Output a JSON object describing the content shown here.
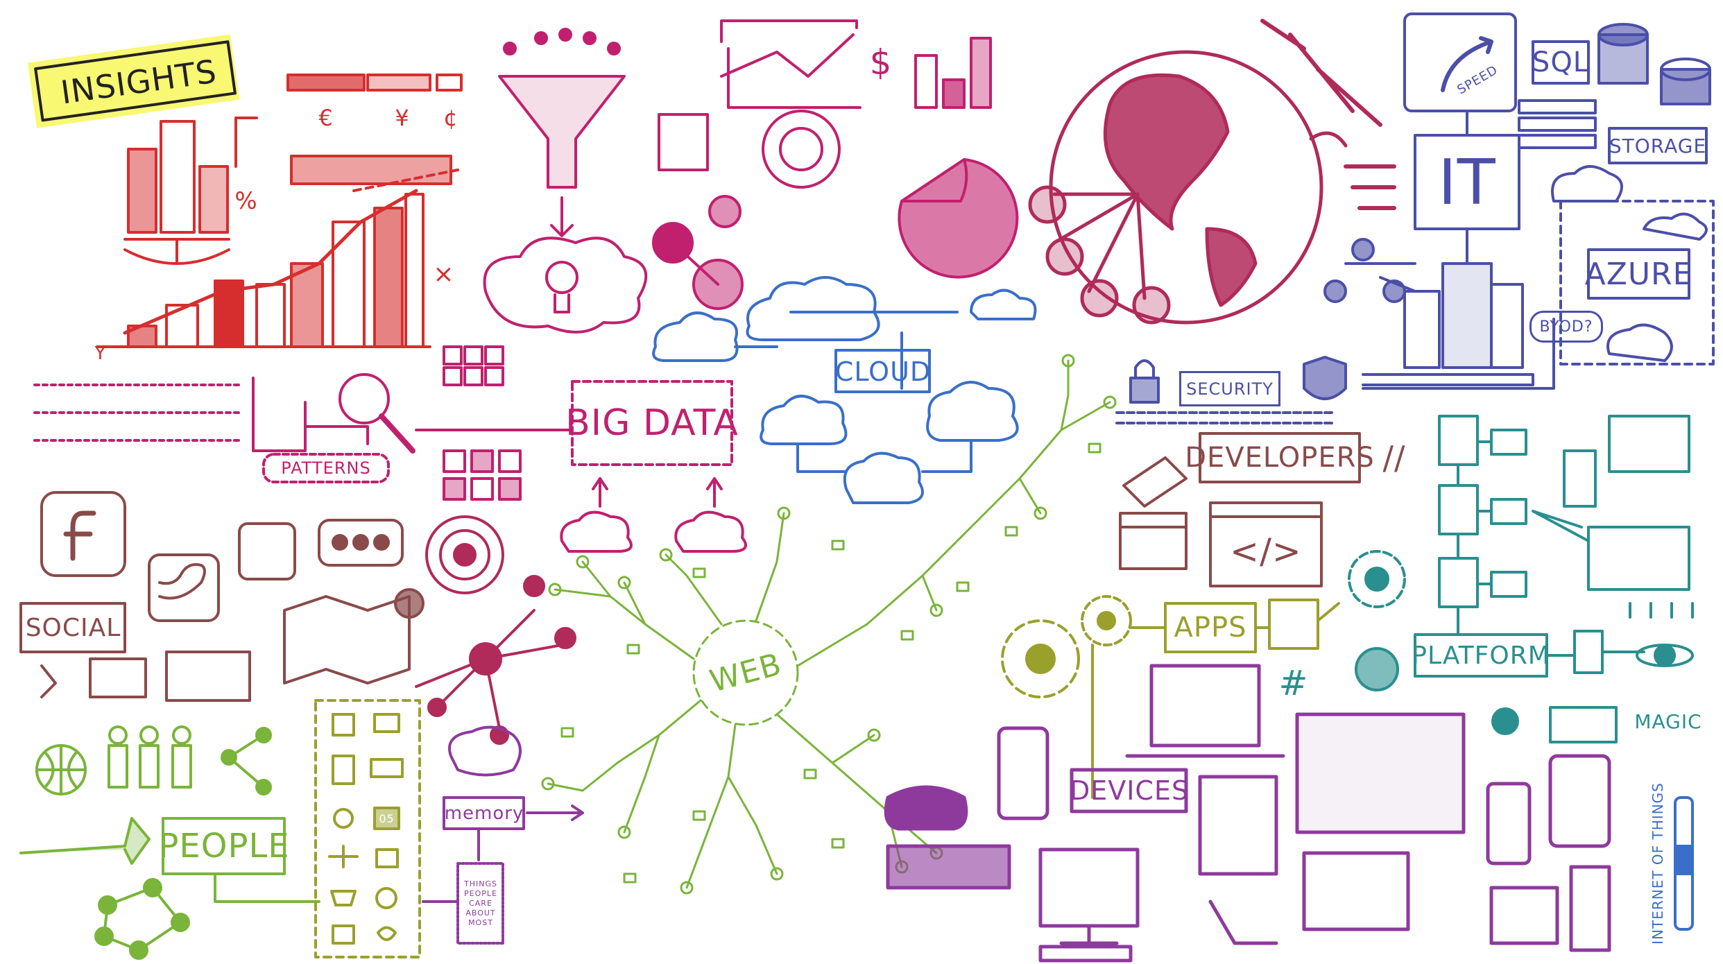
{
  "labels": {
    "insights": "INSIGHTS",
    "patterns": "PATTERNS",
    "big_data": "BIG DATA",
    "cloud": "CLOUD",
    "social": "SOCIAL",
    "people": "PEOPLE",
    "memory": "memory",
    "things_people_care_about_most": "THINGS PEOPLE CARE ABOUT MOST",
    "web": "WEB",
    "security": "SECURITY",
    "developers": "DEVELOPERS",
    "apps": "APPS",
    "devices": "DEVICES",
    "platform": "PLATFORM",
    "magic": "MAGIC",
    "internet_of_things": "INTERNET OF THINGS",
    "it": "IT",
    "sql": "SQL",
    "storage": "STORAGE",
    "azure": "AZURE",
    "byod": "BYOD?",
    "speed": "SPEED",
    "currency_euro": "€",
    "currency_yen": "¥",
    "currency_cent": "¢",
    "percent": "%",
    "dollar": "$",
    "code": "</>",
    "hash": "#",
    "date_badge": "05",
    "x_mark": "×",
    "y_mark": "Y",
    "double_slash": "//"
  },
  "colors": {
    "red": "#d62e2e",
    "magenta": "#c1206e",
    "crimson": "#b02a5a",
    "blue": "#3a6fc9",
    "indigo": "#4b4fa8",
    "purple": "#8e3a9d",
    "green": "#7ab43a",
    "olive": "#9aa02c",
    "teal": "#2a8f8f",
    "brown": "#8a4a4a",
    "yellow": "#f2f200",
    "dark": "#222222"
  }
}
